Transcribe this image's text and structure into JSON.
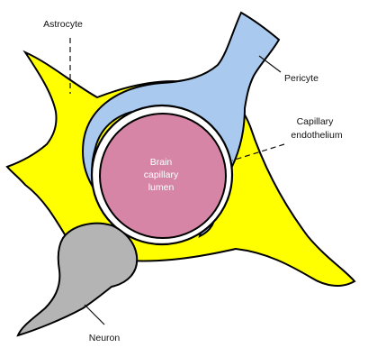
{
  "diagram": {
    "labels": {
      "astrocyte": "Astrocyte",
      "pericyte": "Pericyte",
      "endothelium_line1": "Capillary",
      "endothelium_line2": "endothelium",
      "lumen_line1": "Brain",
      "lumen_line2": "capillary",
      "lumen_line3": "lumen",
      "neuron": "Neuron"
    },
    "colors": {
      "astrocyte": "#ffff00",
      "pericyte": "#a9c9ef",
      "lumen": "#d685a6",
      "neuron": "#b4b4b4",
      "outline": "#000000",
      "endothelium": "#ffffff"
    }
  }
}
